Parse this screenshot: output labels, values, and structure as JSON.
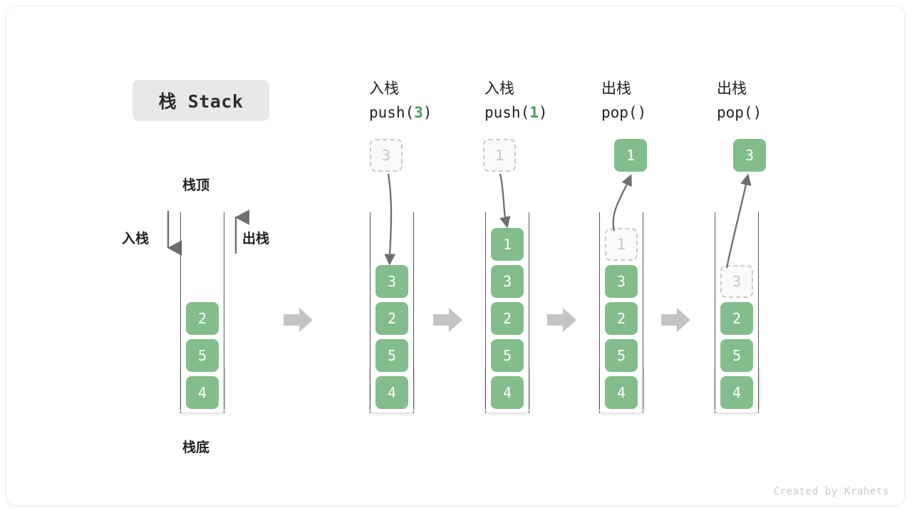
{
  "title_chip": {
    "label": "栈 Stack"
  },
  "watermark": {
    "text": "Created by Krahets"
  },
  "legend": {
    "top_label": "栈顶",
    "bottom_label": "栈底",
    "push_label": "入栈",
    "pop_label": "出栈"
  },
  "colors": {
    "cell_fill": "#82bd8b",
    "cell_text": "#ffffff",
    "ghost_fill": "#fafafa",
    "ghost_text": "#c6c6c6",
    "ghost_border": "#c9c9c9",
    "arrow_grey": "#c4c4c4",
    "thin_arrow": "#6e6e6e",
    "chip_bg": "#e8e8e8",
    "accent_green": "#4c9a57"
  },
  "columns": [
    {
      "id": "initial",
      "head_cn": "",
      "head_code": "",
      "head_arg": "",
      "floating": null,
      "ghost_above": null,
      "cells": [
        {
          "value": "2",
          "state": "solid"
        },
        {
          "value": "5",
          "state": "solid"
        },
        {
          "value": "4",
          "state": "solid"
        }
      ]
    },
    {
      "id": "push3",
      "head_cn": "入栈",
      "head_code_pre": "push(",
      "head_arg": "3",
      "head_code_post": ")",
      "floating": {
        "value": "3",
        "state": "ghost"
      },
      "cells": [
        {
          "value": "3",
          "state": "solid"
        },
        {
          "value": "2",
          "state": "solid"
        },
        {
          "value": "5",
          "state": "solid"
        },
        {
          "value": "4",
          "state": "solid"
        }
      ]
    },
    {
      "id": "push1",
      "head_cn": "入栈",
      "head_code_pre": "push(",
      "head_arg": "1",
      "head_code_post": ")",
      "floating": {
        "value": "1",
        "state": "ghost"
      },
      "cells": [
        {
          "value": "1",
          "state": "solid"
        },
        {
          "value": "3",
          "state": "solid"
        },
        {
          "value": "2",
          "state": "solid"
        },
        {
          "value": "5",
          "state": "solid"
        },
        {
          "value": "4",
          "state": "solid"
        }
      ]
    },
    {
      "id": "pop1",
      "head_cn": "出栈",
      "head_code_pre": "pop(",
      "head_arg": "",
      "head_code_post": ")",
      "floating": {
        "value": "1",
        "state": "solid"
      },
      "cells": [
        {
          "value": "1",
          "state": "ghost"
        },
        {
          "value": "3",
          "state": "solid"
        },
        {
          "value": "2",
          "state": "solid"
        },
        {
          "value": "5",
          "state": "solid"
        },
        {
          "value": "4",
          "state": "solid"
        }
      ]
    },
    {
      "id": "pop2",
      "head_cn": "出栈",
      "head_code_pre": "pop(",
      "head_arg": "",
      "head_code_post": ")",
      "floating": {
        "value": "3",
        "state": "solid"
      },
      "cells": [
        {
          "value": "3",
          "state": "ghost"
        },
        {
          "value": "2",
          "state": "solid"
        },
        {
          "value": "5",
          "state": "solid"
        },
        {
          "value": "4",
          "state": "solid"
        }
      ]
    }
  ]
}
